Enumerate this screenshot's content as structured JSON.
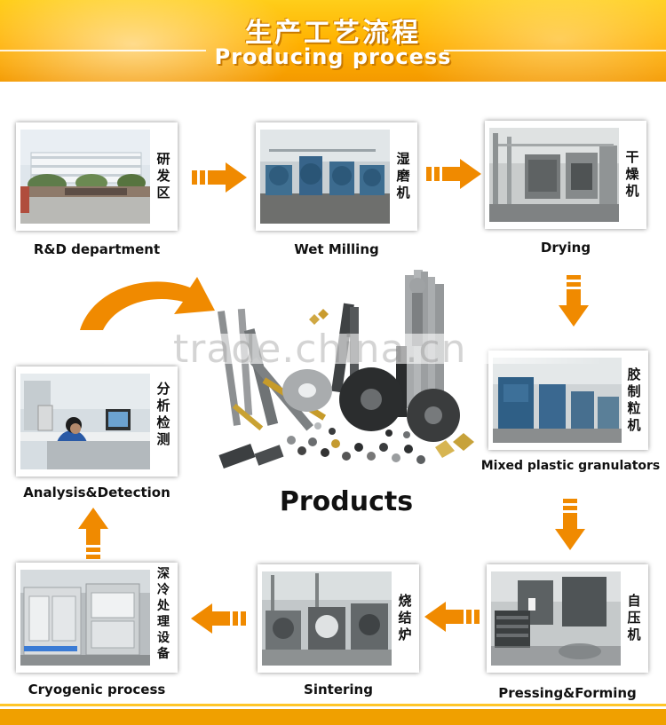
{
  "header": {
    "title_cn": "生产工艺流程",
    "title_en": "Producing process"
  },
  "steps": [
    {
      "id": "rd",
      "caption": "R&D department",
      "label_cn": "研发区"
    },
    {
      "id": "wet-milling",
      "caption": "Wet Milling",
      "label_cn": "湿磨机"
    },
    {
      "id": "drying",
      "caption": "Drying",
      "label_cn": "干燥机"
    },
    {
      "id": "granulator",
      "caption": "Mixed plastic granulators",
      "label_cn": "胶制粒机"
    },
    {
      "id": "pressing",
      "caption": "Pressing&Forming",
      "label_cn": "自压机"
    },
    {
      "id": "sintering",
      "caption": "Sintering",
      "label_cn": "烧结炉"
    },
    {
      "id": "cryogenic",
      "caption": "Cryogenic process",
      "label_cn": "深冷处理设备"
    },
    {
      "id": "analysis",
      "caption": "Analysis&Detection",
      "label_cn": "分析检测"
    }
  ],
  "center": {
    "label": "Products",
    "watermark": "trade.china.cn"
  },
  "colors": {
    "accent": "#f08a00",
    "banner": "#ffb000"
  },
  "icons": {
    "flow_arrow": "arrow-icon",
    "curved_arrow": "curved-arrow-icon"
  }
}
